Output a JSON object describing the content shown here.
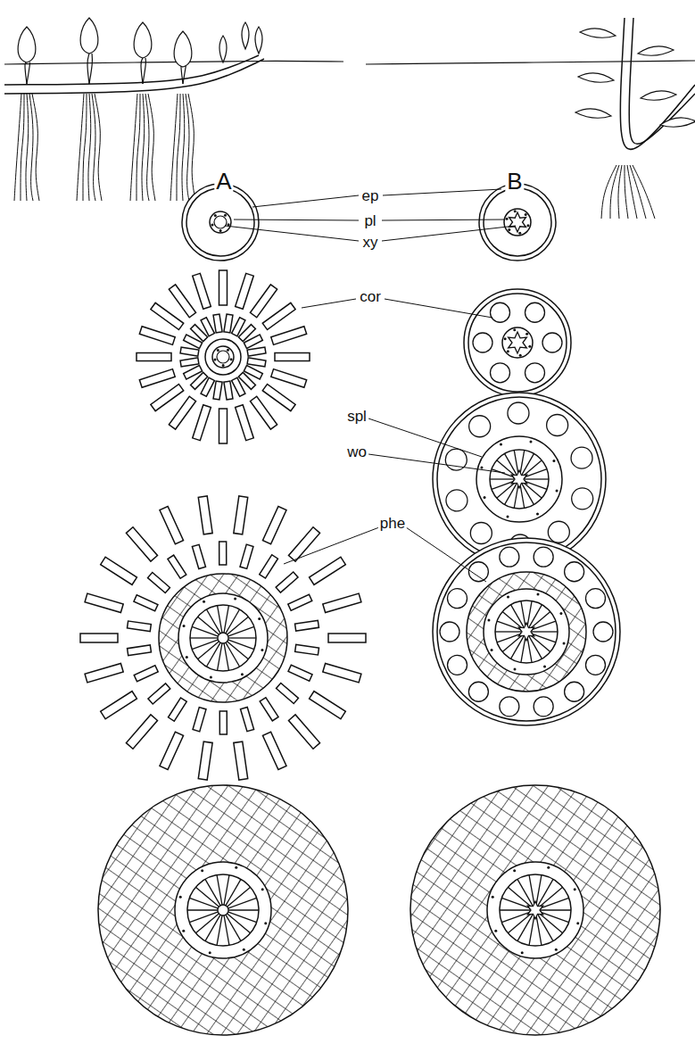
{
  "diagram": {
    "labels": [
      "A",
      "B",
      "ep",
      "pl",
      "xy",
      "cor",
      "spl",
      "wo",
      "phe"
    ]
  }
}
